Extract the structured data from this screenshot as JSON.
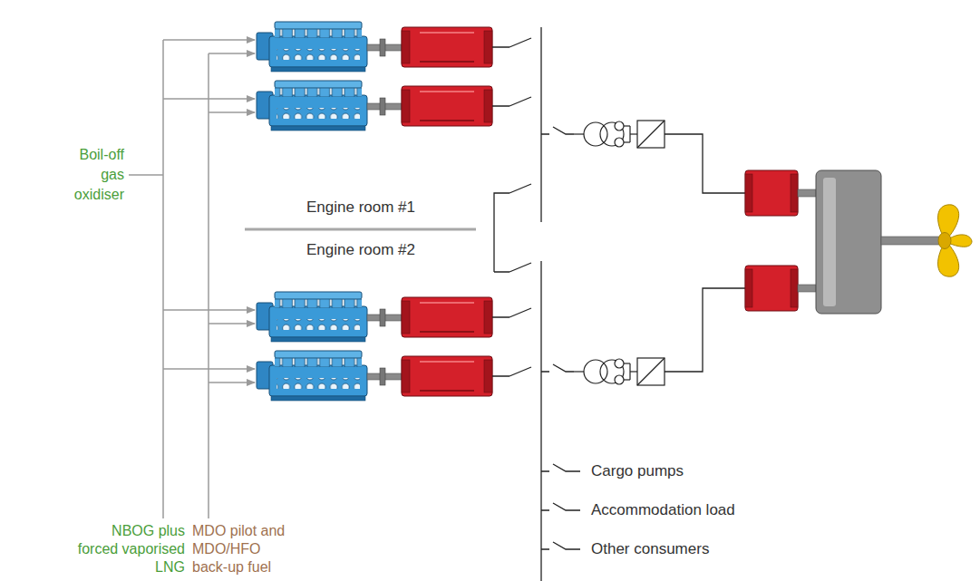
{
  "diagram": {
    "labels": [
      "Boil-off gas oxidiser",
      "Engine room #1",
      "Engine room #2",
      "NBOG plus forced vaporised LNG",
      "MDO pilot and MDO/HFO back-up fuel",
      "Cargo pumps",
      "Accommodation load",
      "Other consumers"
    ]
  }
}
